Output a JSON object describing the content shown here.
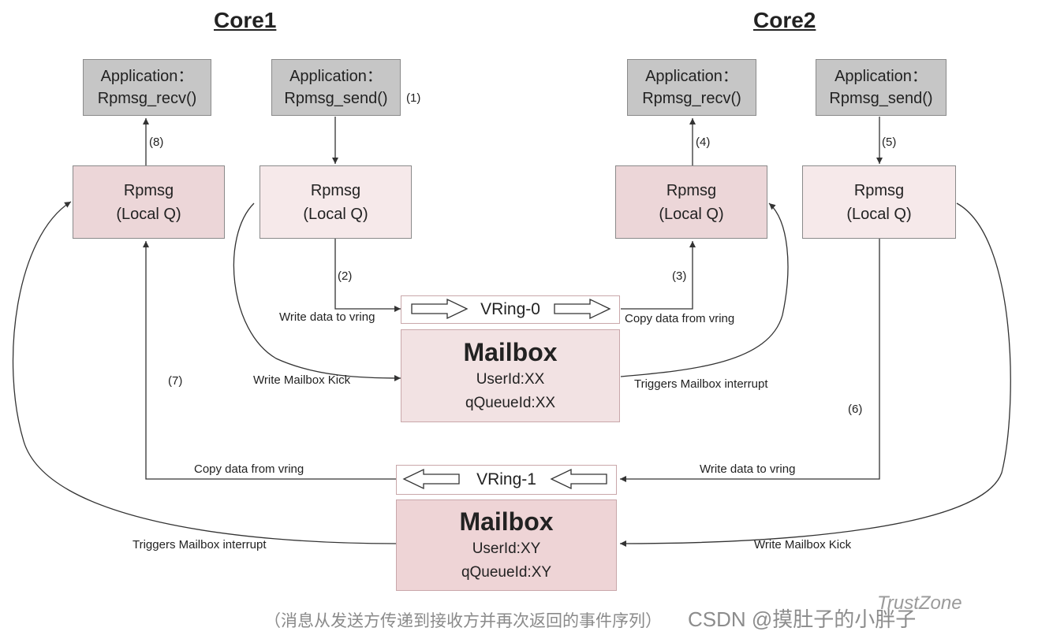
{
  "cores": {
    "core1": "Core1",
    "core2": "Core2"
  },
  "core1": {
    "app_recv": {
      "line1": "Application：",
      "line2": "Rpmsg_recv()"
    },
    "app_send": {
      "line1": "Application：",
      "line2": "Rpmsg_send()"
    },
    "rpmsg_recv": {
      "line1": "Rpmsg",
      "line2": "(Local Q)"
    },
    "rpmsg_send": {
      "line1": "Rpmsg",
      "line2": "(Local Q)"
    }
  },
  "core2": {
    "app_recv": {
      "line1": "Application：",
      "line2": "Rpmsg_recv()"
    },
    "app_send": {
      "line1": "Application：",
      "line2": "Rpmsg_send()"
    },
    "rpmsg_recv": {
      "line1": "Rpmsg",
      "line2": "(Local Q)"
    },
    "rpmsg_send": {
      "line1": "Rpmsg",
      "line2": "(Local Q)"
    }
  },
  "vring0": "VRing-0",
  "vring1": "VRing-1",
  "mailbox0": {
    "title": "Mailbox",
    "user_id": "UserId:XX",
    "queue_id": "qQueueId:XX"
  },
  "mailbox1": {
    "title": "Mailbox",
    "user_id": "UserId:XY",
    "queue_id": "qQueueId:XY"
  },
  "steps": [
    "(1)",
    "(2)",
    "(3)",
    "(4)",
    "(5)",
    "(6)",
    "(7)",
    "(8)"
  ],
  "labels": {
    "write_vring0": "Write data to vring",
    "copy_vring0": "Copy data from vring",
    "write_kick0": "Write Mailbox Kick",
    "trigger0": "Triggers Mailbox interrupt",
    "copy_vring1": "Copy data from vring",
    "write_vring1": "Write data to vring",
    "trigger1": "Triggers Mailbox interrupt",
    "write_kick1": "Write Mailbox Kick"
  },
  "caption": "（消息从发送方传递到接收方并再次返回的事件序列）",
  "watermark": {
    "trustzone": "TrustZone",
    "csdn": "CSDN @摸肚子的小胖子"
  },
  "colors": {
    "app_fill": "#c6c6c6",
    "rpmsg_dark": "#ecd6d8",
    "rpmsg_light": "#f6e9ea",
    "mailbox": "#f2e2e3",
    "line": "#333333"
  }
}
